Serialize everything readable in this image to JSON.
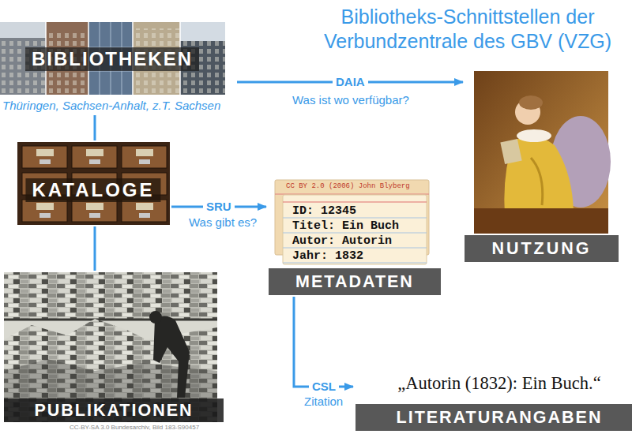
{
  "diagram": {
    "title": "Bibliotheks-Schnittstellen der Verbundzentrale des GBV (VZG)",
    "nodes": [
      {
        "text": [
          "BIBLIOTHEKEN",
          "Thüringen, Sachsen-Anhalt, z.T. Sachsen"
        ]
      },
      {
        "text": [
          "KATALOGE"
        ]
      },
      {
        "text": [
          "PUBLIKATIONEN"
        ]
      },
      {
        "text": [
          "ID: 12345",
          "Titel: Ein Buch",
          "Autor: Autorin",
          "Jahr: 1832",
          "METADATEN"
        ]
      },
      {
        "text": [
          "NUTZUNG"
        ]
      },
      {
        "text": [
          "„Autorin (1832): Ein Buch.“",
          "LITERATURANGABEN"
        ]
      }
    ],
    "edges": [
      {
        "from": 0,
        "to": 1,
        "arrow": "none"
      },
      {
        "from": 1,
        "to": 2,
        "arrow": "none"
      },
      {
        "from": 0,
        "to": 4,
        "label": "DAIA",
        "arrow": "to"
      },
      {
        "from": 1,
        "to": 3,
        "label": "SRU",
        "arrow": "to"
      },
      {
        "from": 3,
        "to": 5,
        "label": "CSL",
        "arrow": "to"
      }
    ],
    "labels": [
      "Was ist wo verfügbar?",
      "Was gibt es?",
      "Zitation",
      "CC BY 2.0 (2006) John Blyberg",
      "CC-BY-SA 3.0 Bundesarchiv, Bild 183-S90457"
    ]
  }
}
